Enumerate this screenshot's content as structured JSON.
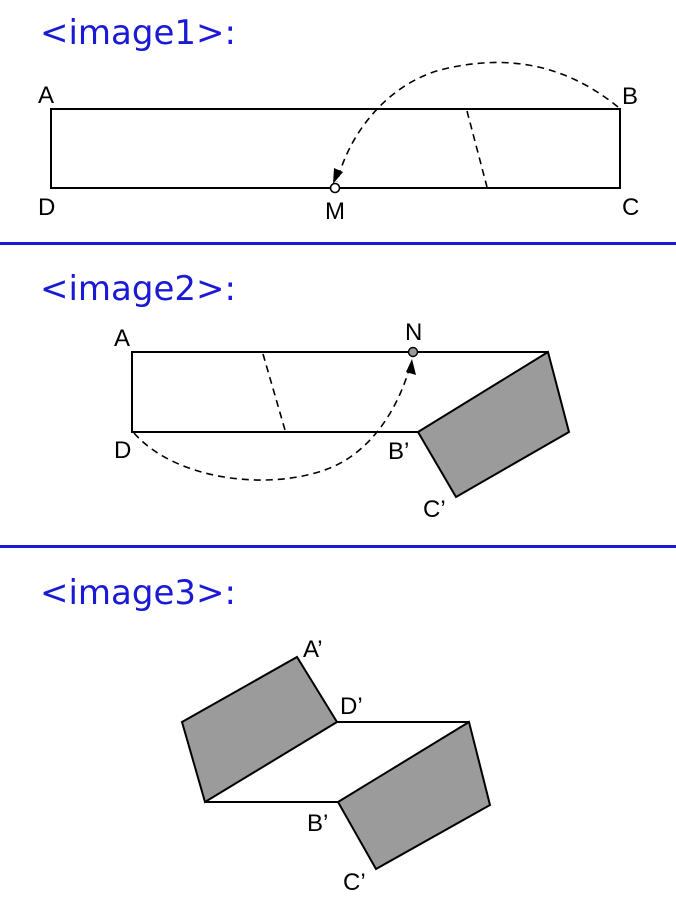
{
  "panels": [
    {
      "title": "<image1>:",
      "points": {
        "A": "A",
        "B": "B",
        "C": "C",
        "D": "D",
        "M": "M"
      }
    },
    {
      "title": "<image2>:",
      "points": {
        "A": "A",
        "N": "N",
        "D": "D",
        "B1": "B’",
        "C1": "C’"
      }
    },
    {
      "title": "<image3>:",
      "points": {
        "A1": "A’",
        "D1": "D’",
        "B1": "B’",
        "C1": "C’"
      }
    }
  ],
  "colors": {
    "title": "#1a1ad4",
    "separator": "#1a1ad4",
    "shade": "#9b9b9b",
    "stroke": "#000000"
  }
}
